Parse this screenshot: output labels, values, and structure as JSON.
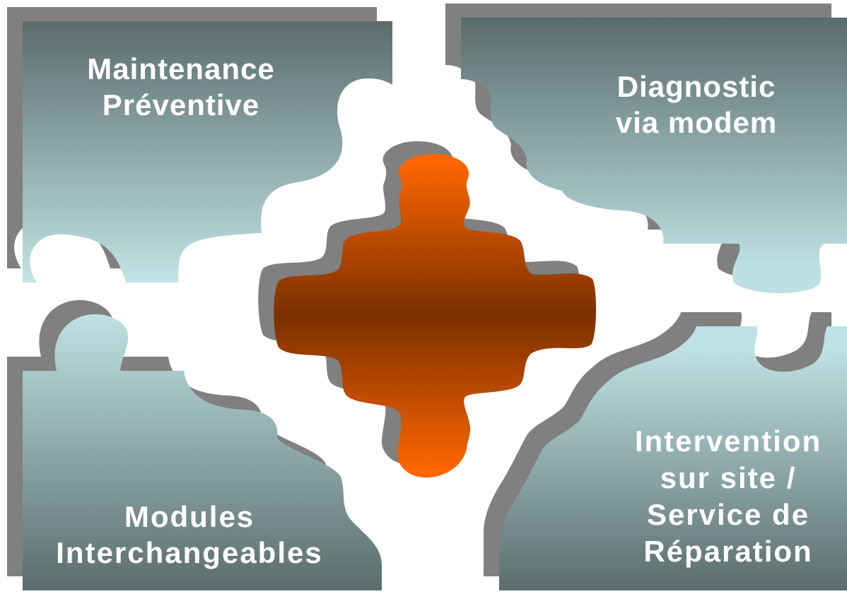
{
  "diagram": {
    "pieces": {
      "top_left": {
        "lines": [
          "Maintenance",
          "Préventive"
        ]
      },
      "top_right": {
        "lines": [
          "Diagnostic",
          "via modem"
        ]
      },
      "bottom_left": {
        "lines": [
          "Modules",
          "Interchangeables"
        ]
      },
      "bottom_right": {
        "lines": [
          "Intervention",
          "sur site /",
          "Service de",
          "Réparation"
        ]
      }
    },
    "center_piece": {
      "label": ""
    },
    "colors": {
      "piece_dark": "#5b6c6c",
      "piece_light": "#bfe2e4",
      "shadow": "#808080",
      "center_light": "#ff6600",
      "center_dark": "#7a3000",
      "label_text": "#ffffff",
      "background": "#ffffff"
    }
  }
}
